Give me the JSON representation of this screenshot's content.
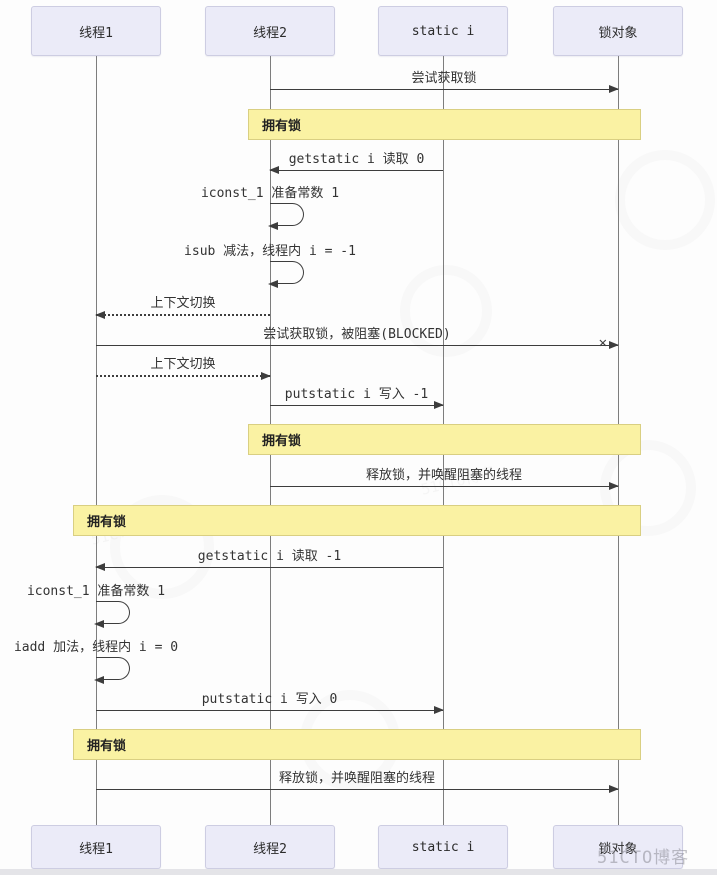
{
  "participants": [
    "线程1",
    "线程2",
    "static i",
    "锁对象"
  ],
  "activations": [
    {
      "label": "拥有锁",
      "owner": "线程2"
    },
    {
      "label": "拥有锁",
      "owner": "线程2"
    },
    {
      "label": "拥有锁",
      "owner": "线程1"
    },
    {
      "label": "拥有锁",
      "owner": "线程1"
    }
  ],
  "messages": [
    {
      "label": "尝试获取锁",
      "from": "线程2",
      "to": "锁对象",
      "type": "solid"
    },
    {
      "label": "getstatic i 读取 0",
      "from": "static i",
      "to": "线程2",
      "type": "solid"
    },
    {
      "label": "iconst_1 准备常数 1",
      "on": "线程2",
      "type": "self"
    },
    {
      "label": "isub 减法，线程内 i = -1",
      "on": "线程2",
      "type": "self"
    },
    {
      "label": "上下文切换",
      "from": "线程2",
      "to": "线程1",
      "type": "dotted"
    },
    {
      "label": "尝试获取锁，被阻塞(BLOCKED)",
      "from": "线程1",
      "to": "锁对象",
      "type": "blocked"
    },
    {
      "label": "上下文切换",
      "from": "线程1",
      "to": "线程2",
      "type": "dotted"
    },
    {
      "label": "putstatic i 写入 -1",
      "from": "线程2",
      "to": "static i",
      "type": "solid"
    },
    {
      "label": "释放锁，并唤醒阻塞的线程",
      "from": "线程2",
      "to": "锁对象",
      "type": "solid"
    },
    {
      "label": "getstatic i 读取 -1",
      "from": "static i",
      "to": "线程1",
      "type": "solid"
    },
    {
      "label": "iconst_1 准备常数 1",
      "on": "线程1",
      "type": "self"
    },
    {
      "label": "iadd 加法，线程内 i = 0",
      "on": "线程1",
      "type": "self"
    },
    {
      "label": "putstatic i 写入 0",
      "from": "线程1",
      "to": "static i",
      "type": "solid"
    },
    {
      "label": "释放锁，并唤醒阻塞的线程",
      "from": "线程1",
      "to": "锁对象",
      "type": "solid"
    }
  ],
  "blocked_mark": "✕",
  "watermark": "51CTO博客",
  "colors": {
    "activation_fill": "#FAF2A3",
    "activation_border": "#D9CF82",
    "participant_fill": "#EBEBF8",
    "participant_border": "#CDCDE2",
    "line": "#3D3D3D"
  }
}
